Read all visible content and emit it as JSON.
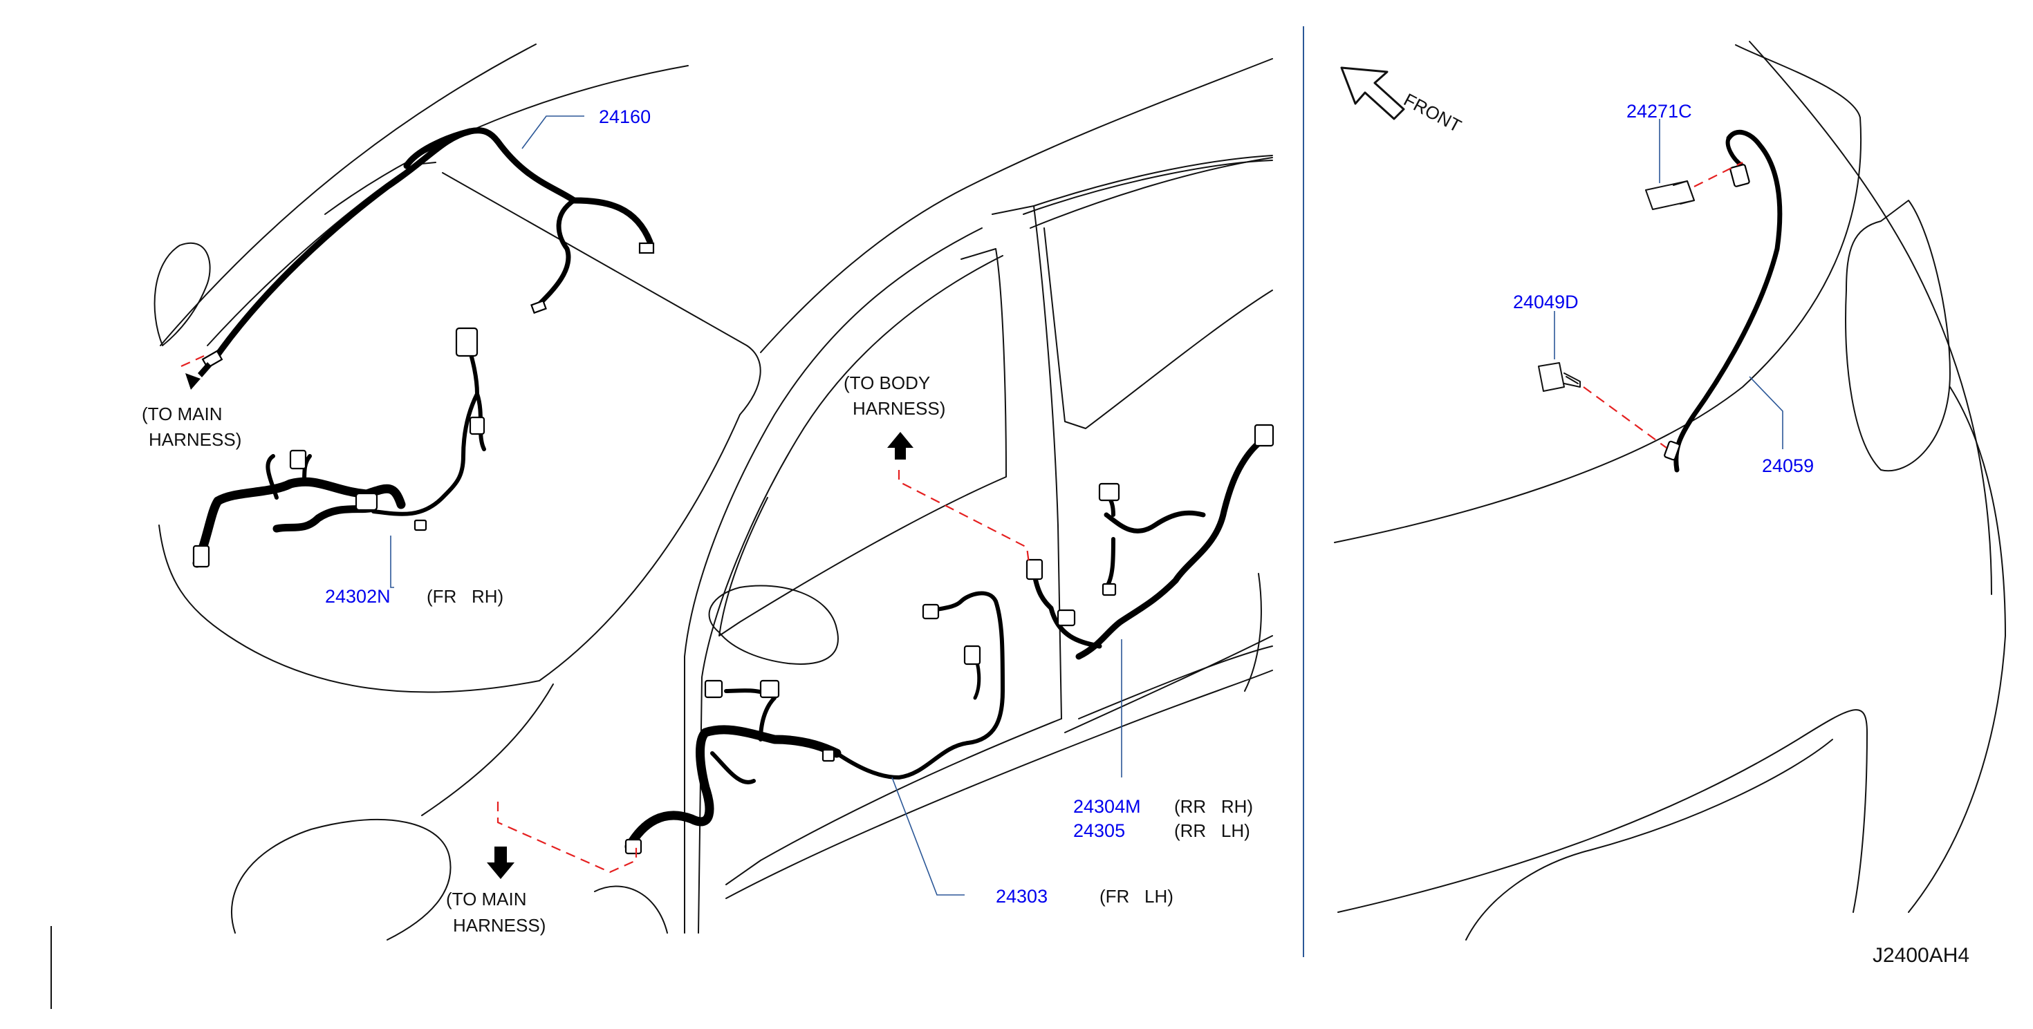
{
  "colors": {
    "part_number": "#0000ee",
    "text": "#111111",
    "leader": "#2b5797",
    "divider": "#2b5797",
    "dashed_guide": "#e52020",
    "harness": "#000000"
  },
  "direction": {
    "label": "FRONT",
    "icon": "outline-arrow-icon"
  },
  "callouts": {
    "p24160": {
      "part": "24160",
      "note": ""
    },
    "p24302n": {
      "part": "24302N",
      "note": "(FR   RH)"
    },
    "p24303": {
      "part": "24303",
      "note": "(FR   LH)"
    },
    "p24304m": {
      "part": "24304M",
      "note": "(RR   RH)"
    },
    "p24305": {
      "part": "24305",
      "note": "(RR   LH)"
    },
    "p24271c": {
      "part": "24271C",
      "note": ""
    },
    "p24049d": {
      "part": "24049D",
      "note": ""
    },
    "p24059": {
      "part": "24059",
      "note": ""
    }
  },
  "notes": {
    "to_main_1": {
      "line1": "(TO   MAIN",
      "line2": "HARNESS)",
      "icon": "arrow-down-left-icon"
    },
    "to_body": {
      "line1": "(TO   BODY",
      "line2": "HARNESS)",
      "icon": "arrow-up-icon"
    },
    "to_main_2": {
      "line1": "(TO   MAIN",
      "line2": "HARNESS)",
      "icon": "arrow-down-icon"
    }
  },
  "diagram_id": "J2400AH4"
}
